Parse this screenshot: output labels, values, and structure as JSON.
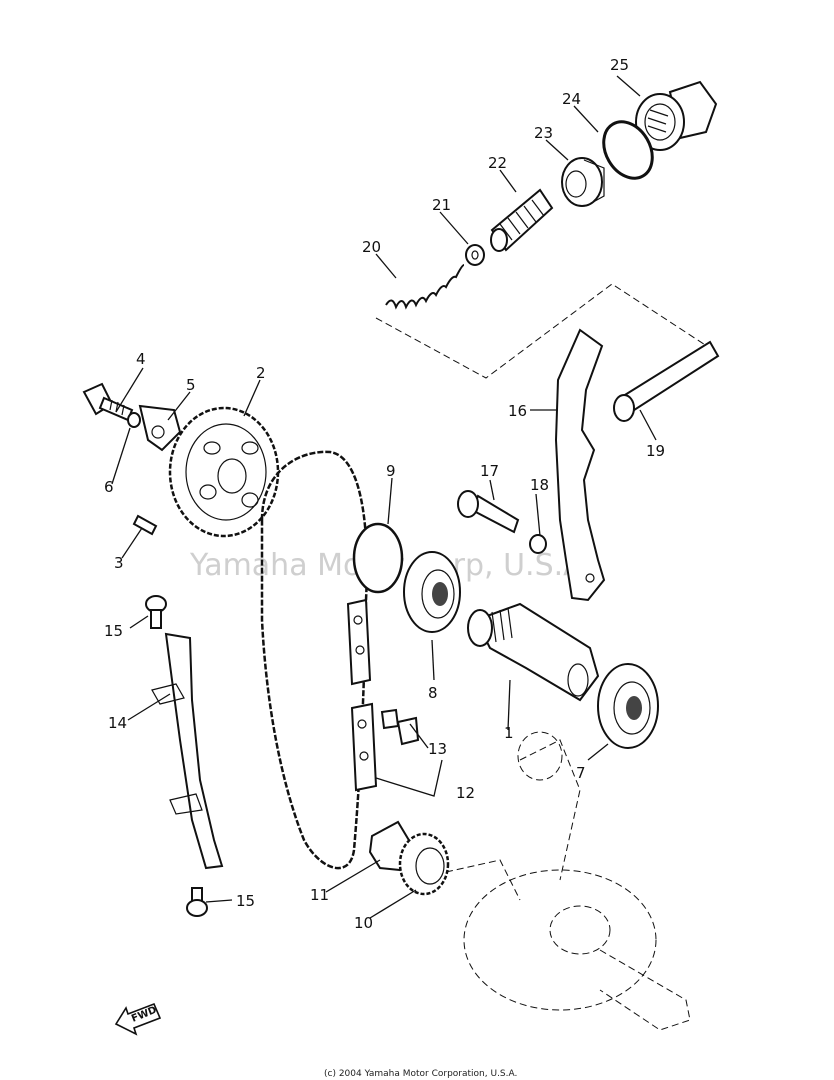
{
  "watermark": "Yamaha Motor Corp, U.S.A.",
  "copyright": "(c) 2004 Yamaha Motor Corporation, U.S.A.",
  "fwd_label": "FWD",
  "labels": {
    "p1": "1",
    "p2": "2",
    "p3": "3",
    "p4": "4",
    "p5": "5",
    "p6": "6",
    "p7": "7",
    "p8": "8",
    "p9": "9",
    "p10": "10",
    "p11": "11",
    "p12": "12",
    "p13": "13",
    "p14": "14",
    "p15a": "15",
    "p15b": "15",
    "p16": "16",
    "p17": "17",
    "p18": "18",
    "p19": "19",
    "p20": "20",
    "p21": "21",
    "p22": "22",
    "p23": "23",
    "p24": "24",
    "p25": "25"
  }
}
